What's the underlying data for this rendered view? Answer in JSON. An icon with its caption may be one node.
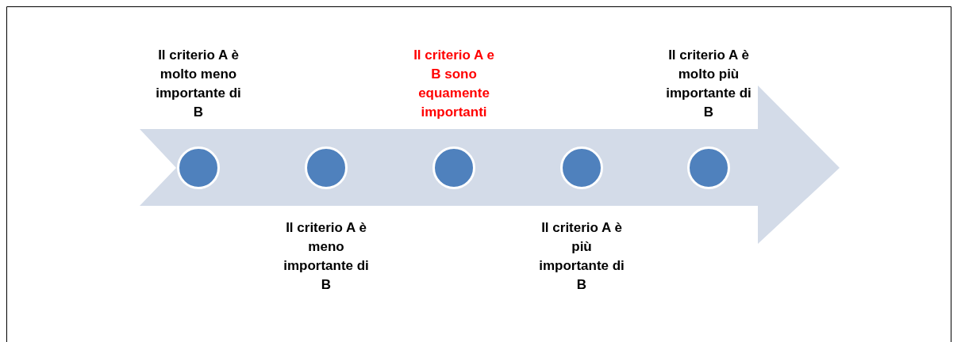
{
  "diagram": {
    "nodes": [
      {
        "text": [],
        "shape": "arrow"
      },
      {
        "text": [],
        "shape": "circle",
        "in": 0,
        "beside": [
          "Il criterio A è molto meno importante di B"
        ]
      },
      {
        "text": [],
        "shape": "circle",
        "in": 0,
        "beside": [
          "Il criterio A è meno importante di B"
        ]
      },
      {
        "text": [],
        "shape": "circle",
        "in": 0,
        "beside": [
          "Il criterio A e B sono equamente importanti"
        ]
      },
      {
        "text": [],
        "shape": "circle",
        "in": 0,
        "beside": [
          "Il criterio A è più importante di B"
        ]
      },
      {
        "text": [],
        "shape": "circle",
        "in": 0,
        "beside": [
          "Il criterio A è molto più importante di B"
        ]
      }
    ]
  }
}
